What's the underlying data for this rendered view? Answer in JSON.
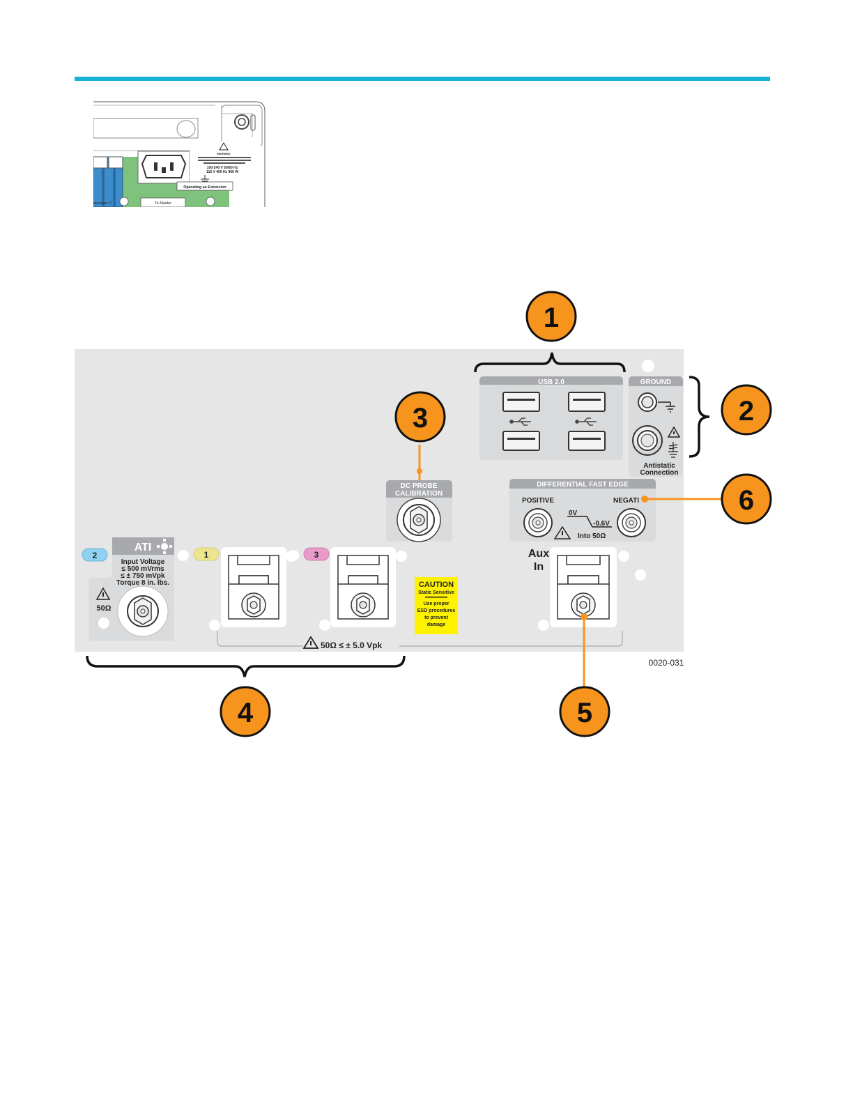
{
  "thumbnail": {
    "warning_text": "WARNING",
    "rating_1": "100-240 V 50/60 Hz",
    "rating_2": "115 V 400 Hz 960 W",
    "operating_label": "Operating as Extension",
    "to_master_label": "To Master",
    "extension_label": "xtension D"
  },
  "callouts": [
    "1",
    "2",
    "3",
    "4",
    "5",
    "6"
  ],
  "panel": {
    "usb_label": "USB 2.0",
    "ground_label": "GROUND",
    "antistatic_label_1": "Antistatic",
    "antistatic_label_2": "Connection",
    "dc_probe_label_1": "DC PROBE",
    "dc_probe_label_2": "CALIBRATION",
    "diff_edge_label": "DIFFERENTIAL FAST EDGE",
    "positive_label": "POSITIVE",
    "negative_label": "NEGATI",
    "zero_v_label": "0V",
    "neg_voltage_label": "-0.6V",
    "into_label": "Into 50Ω",
    "aux_label_1": "Aux",
    "aux_label_2": "In",
    "ati_label": "ATI",
    "ch2_badge": "2",
    "ch1_badge": "1",
    "ch3_badge": "3",
    "input_voltage_1": "Input Voltage",
    "input_voltage_2": "≤ 500 mVrms",
    "input_voltage_3": "≤ ± 750 mVpk",
    "input_voltage_4": "Torque 8 in. lbs.",
    "ati_ohm": "50Ω",
    "caution_title": "CAUTION",
    "caution_sub": "Static Sensitive",
    "caution_1": "Use proper",
    "caution_2": "ESD procedures",
    "caution_3": "to prevent",
    "caution_4": "damage",
    "bottom_rating": "50Ω  ≤ ± 5.0 Vpk",
    "figure_id": "0020-031"
  },
  "colors": {
    "accent_rule": "#16b3d6",
    "callout_fill": "#f7941d",
    "panel_bg": "#e6e6e6",
    "label_bar": "#a7a9ac",
    "ch2_badge": "#8fd1f0",
    "ch1_badge": "#ede58f",
    "ch3_badge": "#e89bc9",
    "caution_bg": "#fff200"
  }
}
